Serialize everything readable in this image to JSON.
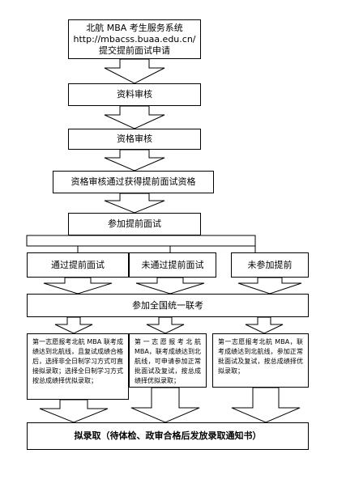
{
  "steps": {
    "submit": {
      "line1": "北航 MBA 考生服务系统",
      "line2": "http://mbacss.buaa.edu.cn/",
      "line3": "提交提前面试申请"
    },
    "review_materials": "资料审核",
    "review_eligibility": "资格审核",
    "eligibility_passed": "资格审核通过获得提前面试资格",
    "attend_interview": "参加提前面试",
    "passed": "通过提前面试",
    "failed": "未通过提前面试",
    "absent": "未参加提前",
    "national_exam": "参加全国统一联考",
    "outcome_passed": "第一志愿报考北航 MBA 联考成绩达到北航线，且复试成绩合格后，选择非全日制学习方式可直接拟录取；选择全日制学习方式按总成绩择优拟录取；",
    "outcome_failed": "第一志愿报考北航 MBA，联考成绩达到北航线，可申请参加正常批面试及复试，按总成绩择优拟录取；",
    "outcome_absent": "第一志愿报考北航 MBA，联考成绩达到北航线，参加正常批面试及复试，按总成绩择优拟录取；",
    "final": "拟录取（待体检、政审合格后发放录取通知书）"
  }
}
